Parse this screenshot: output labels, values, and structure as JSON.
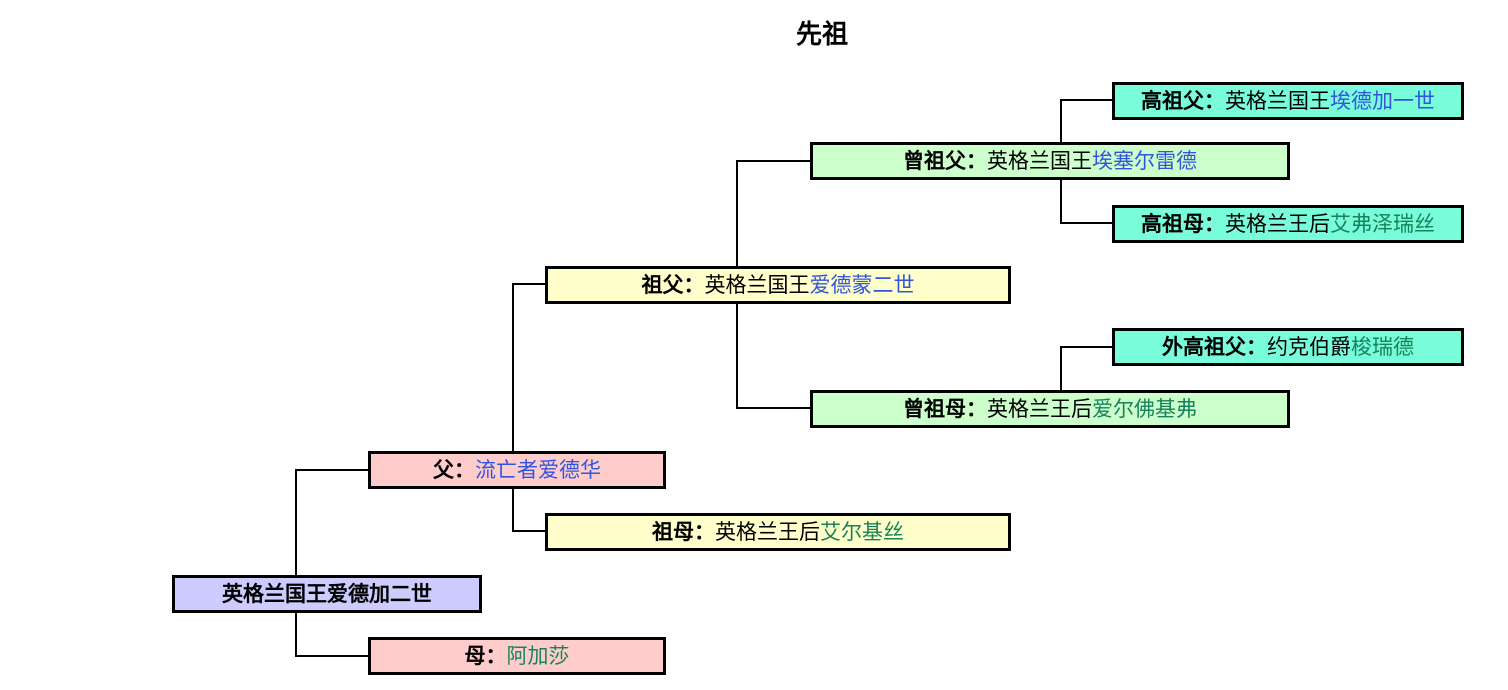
{
  "title": "先祖",
  "colors": {
    "link_blue": "#3355DD",
    "link_green": "#18835A",
    "bg_root": "#CCCCFF",
    "bg_parent": "#FFCCCC",
    "bg_grandparent": "#FFFFCC",
    "bg_great_grandparent": "#CCFFCC",
    "bg_gg_grandparent": "#79FCDA",
    "border": "#000000"
  },
  "boxes": {
    "root": {
      "label": "英格兰国王爱德加二世",
      "plain": "",
      "link": "",
      "bg": "#CCCCFF",
      "link_color": "#000000"
    },
    "father": {
      "label": "父：",
      "plain": "",
      "link": "流亡者爱德华",
      "bg": "#FFCCCC",
      "link_color": "#3355DD"
    },
    "mother": {
      "label": "母：",
      "plain": "",
      "link": "阿加莎",
      "bg": "#FFCCCC",
      "link_color": "#18835A"
    },
    "grandfather": {
      "label": "祖父：",
      "plain": "英格兰国王",
      "link": "爱德蒙二世",
      "bg": "#FFFFCC",
      "link_color": "#3355DD"
    },
    "grandmother": {
      "label": "祖母：",
      "plain": "英格兰王后",
      "link": "艾尔基丝",
      "bg": "#FFFFCC",
      "link_color": "#18835A"
    },
    "great_grandfather": {
      "label": "曾祖父：",
      "plain": "英格兰国王",
      "link": "埃塞尔雷德",
      "bg": "#CCFFCC",
      "link_color": "#3355DD"
    },
    "great_grandmother": {
      "label": "曾祖母：",
      "plain": "英格兰王后",
      "link": "爱尔佛基弗",
      "bg": "#CCFFCC",
      "link_color": "#18835A"
    },
    "gg_grandfather": {
      "label": "高祖父：",
      "plain": "英格兰国王",
      "link": "埃德加一世",
      "bg": "#79FCDA",
      "link_color": "#3355DD"
    },
    "gg_grandmother": {
      "label": "高祖母：",
      "plain": "英格兰王后",
      "link": "艾弗泽瑞丝",
      "bg": "#79FCDA",
      "link_color": "#18835A"
    },
    "maternal_gg_grandfather": {
      "label": "外高祖父：",
      "plain": "约克伯爵",
      "link": "梭瑞德",
      "bg": "#79FCDA",
      "link_color": "#18835A"
    }
  }
}
